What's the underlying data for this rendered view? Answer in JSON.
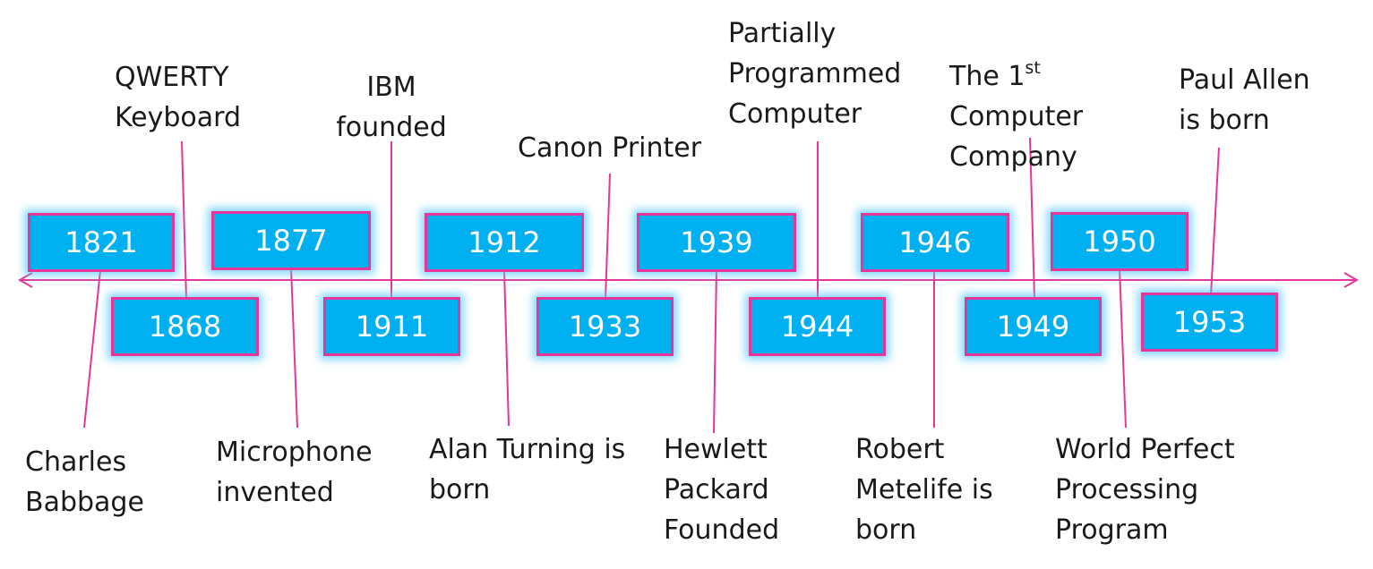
{
  "colors": {
    "box_fill": "#00b0f0",
    "box_border": "#e8359a",
    "connector": "#e8359a",
    "axis": "#e8359a",
    "label_text": "#1a1a1a",
    "year_text": "#ffffff"
  },
  "events": [
    {
      "year": "1821",
      "label": "Charles\nBabbage"
    },
    {
      "year": "1868",
      "label": "QWERTY\nKeyboard"
    },
    {
      "year": "1877",
      "label": "Microphone\ninvented"
    },
    {
      "year": "1911",
      "label": "IBM\nfounded"
    },
    {
      "year": "1912",
      "label": "Alan Turning is\nborn"
    },
    {
      "year": "1933",
      "label": "Canon Printer"
    },
    {
      "year": "1939",
      "label": "Hewlett\nPackard\nFounded"
    },
    {
      "year": "1944",
      "label": "Partially\nProgrammed\nComputer"
    },
    {
      "year": "1946",
      "label": "Robert\nMetelife is\nborn"
    },
    {
      "year": "1949",
      "label_line1_pre": "The 1",
      "label_sup": "st",
      "label_rest": "Computer\nCompany"
    },
    {
      "year": "1950",
      "label": "World Perfect\nProcessing\nProgram"
    },
    {
      "year": "1953",
      "label": "Paul Allen\nis born"
    }
  ]
}
